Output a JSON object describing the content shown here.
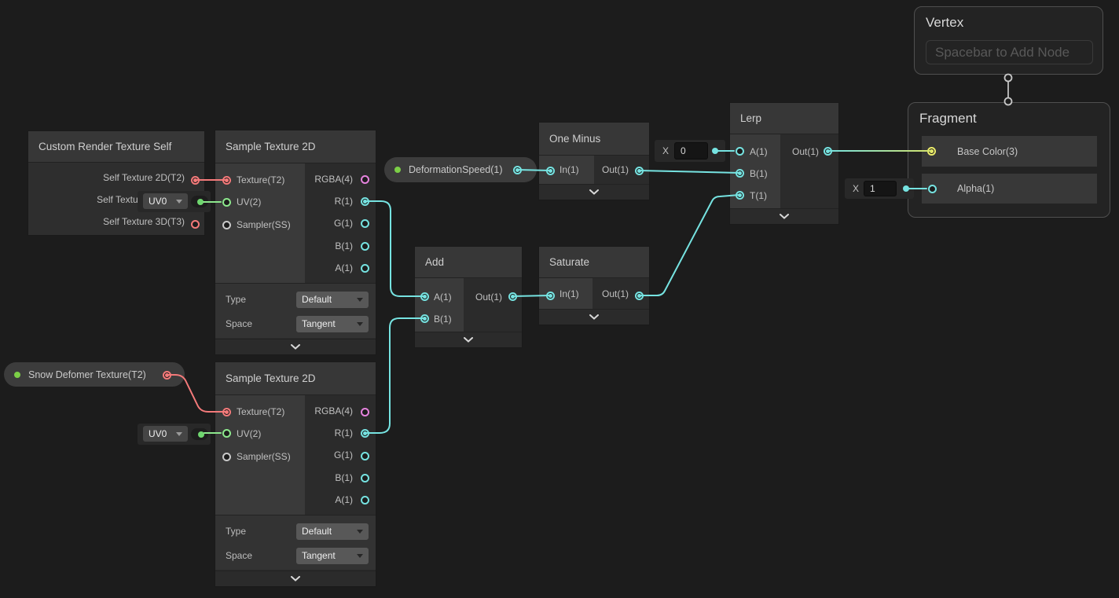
{
  "colors": {
    "canvas_bg": "#1c1c1c",
    "node_header": "#373737",
    "node_body": "#2b2b2b",
    "node_cell": "#3a3a3a",
    "port_scalar_teal": "#76e3e1",
    "port_texture_red": "#f47a7a",
    "port_vec2_green": "#8de88d",
    "port_vec4_pink": "#e583dd",
    "port_vec3_yellow": "#eded6b",
    "pill_dot_green": "#7ccf47",
    "wire_gradient_end": "#d6e56b",
    "context_block_bg": "#232323"
  },
  "nodes": {
    "crts": {
      "title": "Custom Render Texture Self",
      "rows": [
        {
          "label": "Self Texture 2D(T2)"
        },
        {
          "label": "Self Texture Cube(C)"
        },
        {
          "label": "Self Texture 3D(T3)"
        }
      ]
    },
    "sample_a": {
      "title": "Sample Texture 2D",
      "inputs": [
        {
          "label": "Texture(T2)"
        },
        {
          "label": "UV(2)"
        },
        {
          "label": "Sampler(SS)"
        }
      ],
      "outputs": [
        {
          "label": "RGBA(4)"
        },
        {
          "label": "R(1)"
        },
        {
          "label": "G(1)"
        },
        {
          "label": "B(1)"
        },
        {
          "label": "A(1)"
        }
      ],
      "props": [
        {
          "label": "Type",
          "value": "Default"
        },
        {
          "label": "Space",
          "value": "Tangent"
        }
      ]
    },
    "sample_b": {
      "title": "Sample Texture 2D",
      "inputs": [
        {
          "label": "Texture(T2)"
        },
        {
          "label": "UV(2)"
        },
        {
          "label": "Sampler(SS)"
        }
      ],
      "outputs": [
        {
          "label": "RGBA(4)"
        },
        {
          "label": "R(1)"
        },
        {
          "label": "G(1)"
        },
        {
          "label": "B(1)"
        },
        {
          "label": "A(1)"
        }
      ],
      "props": [
        {
          "label": "Type",
          "value": "Default"
        },
        {
          "label": "Space",
          "value": "Tangent"
        }
      ]
    },
    "one_minus": {
      "title": "One Minus",
      "inputs": [
        {
          "label": "In(1)"
        }
      ],
      "outputs": [
        {
          "label": "Out(1)"
        }
      ]
    },
    "add": {
      "title": "Add",
      "inputs": [
        {
          "label": "A(1)"
        },
        {
          "label": "B(1)"
        }
      ],
      "outputs": [
        {
          "label": "Out(1)"
        }
      ]
    },
    "saturate": {
      "title": "Saturate",
      "inputs": [
        {
          "label": "In(1)"
        }
      ],
      "outputs": [
        {
          "label": "Out(1)"
        }
      ]
    },
    "lerp": {
      "title": "Lerp",
      "inputs": [
        {
          "label": "A(1)"
        },
        {
          "label": "B(1)"
        },
        {
          "label": "T(1)"
        }
      ],
      "outputs": [
        {
          "label": "Out(1)"
        }
      ]
    },
    "vertex": {
      "title": "Vertex",
      "placeholder": "Spacebar to Add Node"
    },
    "fragment": {
      "title": "Fragment",
      "rows": [
        {
          "label": "Base Color(3)"
        },
        {
          "label": "Alpha(1)"
        }
      ]
    }
  },
  "pills": {
    "deformation_speed": {
      "label": "DeformationSpeed(1)"
    },
    "snow_deformer": {
      "label": "Snow Defomer Texture(T2)"
    }
  },
  "widgets": {
    "uv0_a": {
      "value": "UV0"
    },
    "uv0_b": {
      "value": "UV0"
    },
    "x0": {
      "label": "X",
      "value": "0"
    },
    "x1": {
      "label": "X",
      "value": "1"
    }
  }
}
